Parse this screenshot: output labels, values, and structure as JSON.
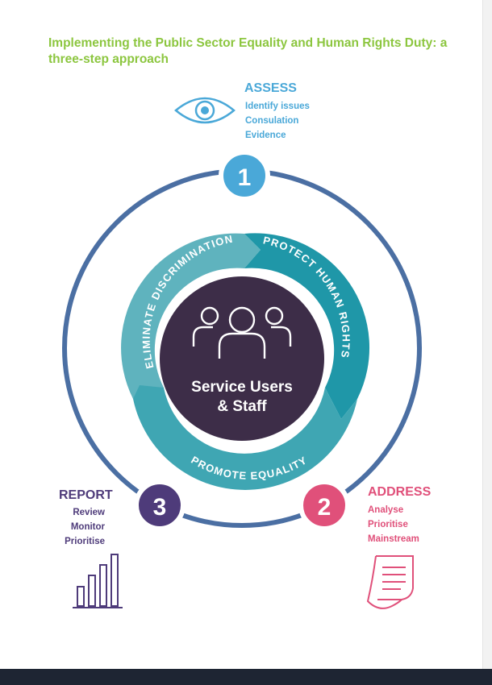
{
  "title": "Implementing the Public Sector Equality and Human Rights Duty: a three-step approach",
  "steps": [
    {
      "number": "1",
      "heading": "ASSESS",
      "items": [
        "Identify issues",
        "Consulation",
        "Evidence"
      ],
      "icon": "eye-icon",
      "color": "#4aa8d8"
    },
    {
      "number": "2",
      "heading": "ADDRESS",
      "items": [
        "Analyse",
        "Prioritise",
        "Mainstream"
      ],
      "icon": "document-icon",
      "color": "#e0507a"
    },
    {
      "number": "3",
      "heading": "REPORT",
      "items": [
        "Review",
        "Monitor",
        "Prioritise"
      ],
      "icon": "bar-chart-icon",
      "color": "#4e3b7a"
    }
  ],
  "arrows": [
    {
      "label": "ELIMINATE DISCRIMINATION",
      "color": "#5fb3be"
    },
    {
      "label": "PROTECT HUMAN RIGHTS",
      "color": "#1f97a8"
    },
    {
      "label": "PROMOTE EQUALITY",
      "color": "#3fa6b3"
    }
  ],
  "center": {
    "line1": "Service Users",
    "line2": "& Staff",
    "icon": "people-icon",
    "color": "#3d2d48"
  },
  "colors": {
    "title": "#8cc63f",
    "outer_ring": "#4b6fa3"
  }
}
